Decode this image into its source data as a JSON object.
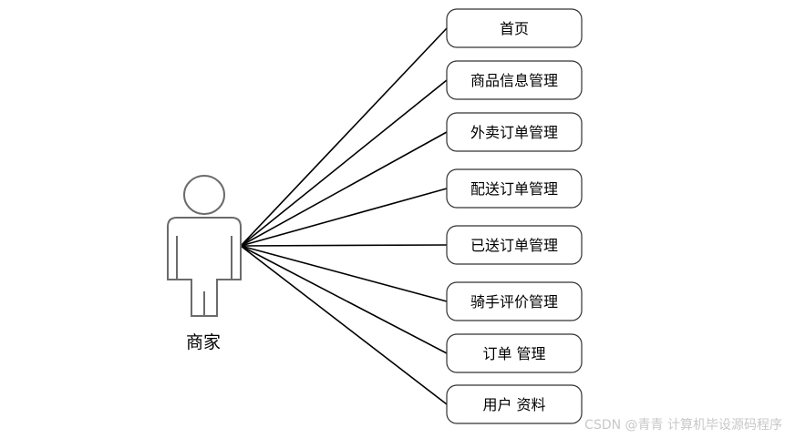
{
  "actor": {
    "label": "商家"
  },
  "use_cases": [
    {
      "label": "首页"
    },
    {
      "label": "商品信息管理"
    },
    {
      "label": "外卖订单管理"
    },
    {
      "label": "配送订单管理"
    },
    {
      "label": "已送订单管理"
    },
    {
      "label": "骑手评价管理"
    },
    {
      "label": "订单 管理"
    },
    {
      "label": "用户 资料"
    }
  ],
  "watermark": {
    "text": "CSDN @青青  计算机毕设源码程序"
  },
  "colors": {
    "line": "#000000",
    "box_border": "#333333",
    "actor_stroke": "#6b6b6b",
    "watermark": "#c8c8c8"
  }
}
